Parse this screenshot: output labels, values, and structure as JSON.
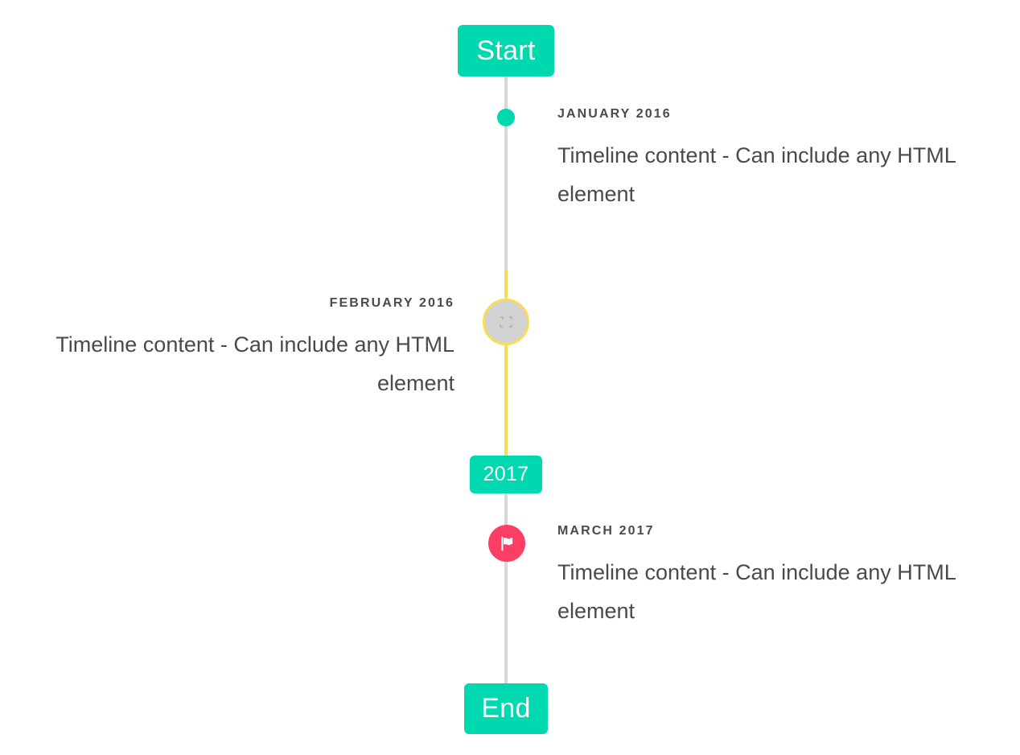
{
  "colors": {
    "accent_teal": "#00d8b0",
    "accent_yellow": "#fcdb54",
    "accent_pink": "#fc3d64",
    "line_gray": "#d7d7d7",
    "marker_gray": "#d2d2d2",
    "text": "#4a4a4a",
    "background": "#ffffff"
  },
  "timeline": {
    "start_badge": {
      "label": "Start"
    },
    "year_badge": {
      "label": "2017"
    },
    "end_badge": {
      "label": "End"
    },
    "entries": [
      {
        "id": "january-2016",
        "date": "JANUARY 2016",
        "body": "Timeline content - Can include any HTML element",
        "side": "right",
        "marker": "dot-icon",
        "marker_color": "#00d8b0"
      },
      {
        "id": "february-2016",
        "date": "FEBRUARY 2016",
        "body": "Timeline content - Can include any HTML element",
        "side": "left",
        "marker": "broken-image-icon",
        "marker_color": "#fcdb54"
      },
      {
        "id": "march-2017",
        "date": "MARCH 2017",
        "body": "Timeline content - Can include any HTML element",
        "side": "right",
        "marker": "flag-icon",
        "marker_color": "#fc3d64"
      }
    ]
  }
}
